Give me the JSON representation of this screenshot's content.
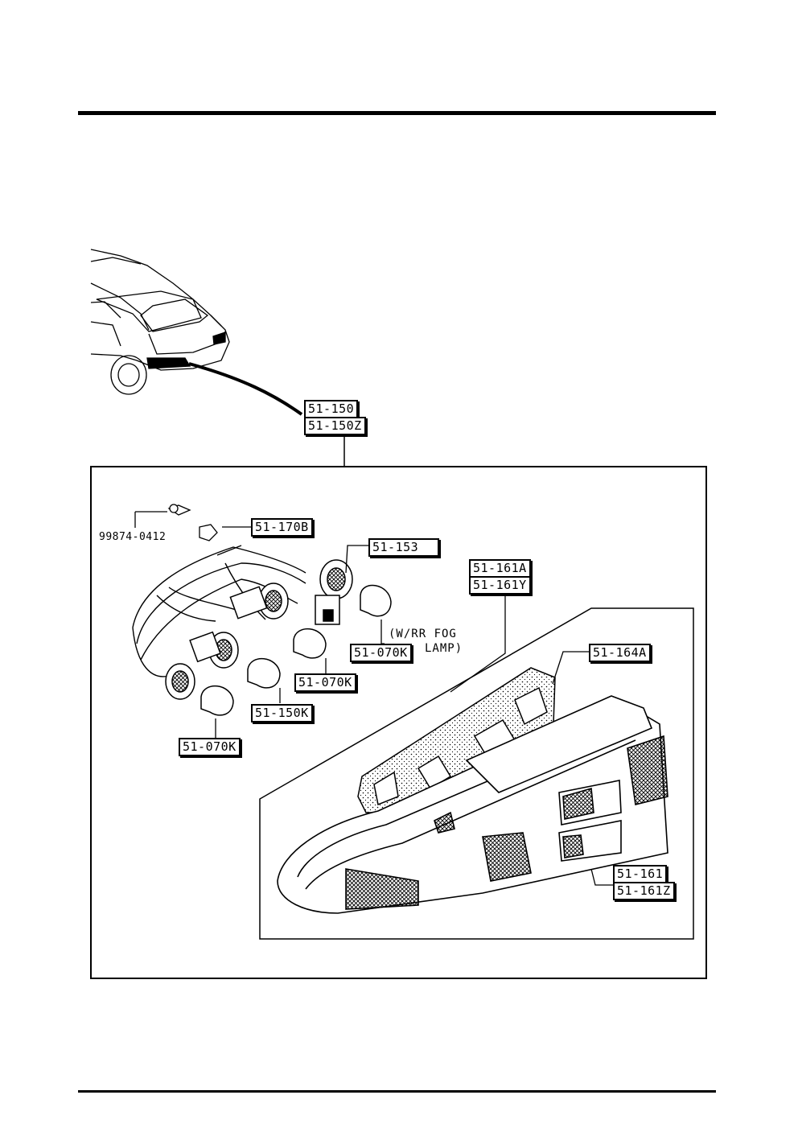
{
  "callouts": {
    "lamp_assy": [
      "51-150",
      "51-150Z"
    ],
    "screw": "99874-0412",
    "bracket": "51-170B",
    "socket_fog": "51-153",
    "lens_top": [
      "51-161A",
      "51-161Y"
    ],
    "bulb_fog": "51-070K",
    "fog_note": [
      "(W/RR FOG",
      "LAMP)"
    ],
    "gasket": "51-164A",
    "bulb_mid": "51-070K",
    "bulb_small": "51-150K",
    "bulb_bottom": "51-070K",
    "lens_body": [
      "51-161",
      "51-161Z"
    ]
  }
}
